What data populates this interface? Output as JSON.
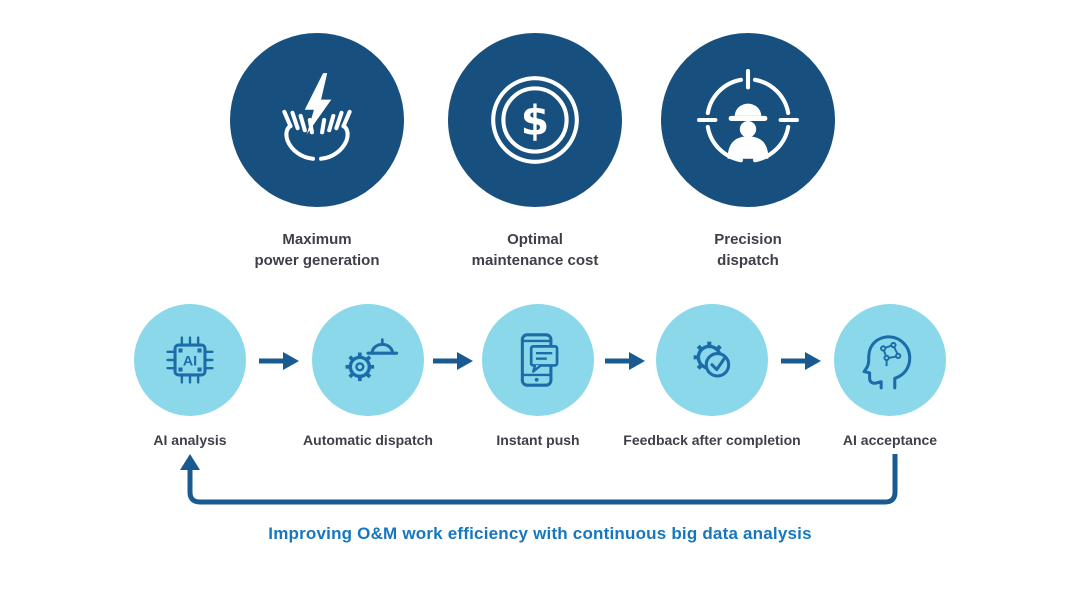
{
  "benefits": [
    {
      "line1": "Maximum",
      "line2": "power generation",
      "icon": "hands-energy-icon"
    },
    {
      "line1": "Optimal",
      "line2": "maintenance cost",
      "icon": "dollar-rings-icon",
      "symbol": "$"
    },
    {
      "line1": "Precision",
      "line2": "dispatch",
      "icon": "precision-target-icon"
    }
  ],
  "workflow": {
    "steps": [
      {
        "label": "AI analysis",
        "icon": "ai-chip-icon",
        "chip_text": "AI"
      },
      {
        "label": "Automatic dispatch",
        "icon": "gear-helmet-icon"
      },
      {
        "label": "Instant push",
        "icon": "phone-push-icon"
      },
      {
        "label": "Feedback after completion",
        "icon": "gear-check-icon"
      },
      {
        "label": "AI acceptance",
        "icon": "ai-head-icon"
      }
    ],
    "connector_icon": "flow-arrow-icon"
  },
  "feedback_loop": {
    "icon": "feedback-loop-arrow",
    "caption": "Improving O&M work efficiency with continuous big data analysis"
  },
  "colors": {
    "benefit_circle": "#17507E",
    "step_circle": "#8BD8EA",
    "icon_stroke": "#1B6CA8",
    "arrow": "#1A5A90",
    "label_text": "#3F3F4A",
    "caption_text": "#1777BE",
    "background": "#FFFFFF"
  }
}
